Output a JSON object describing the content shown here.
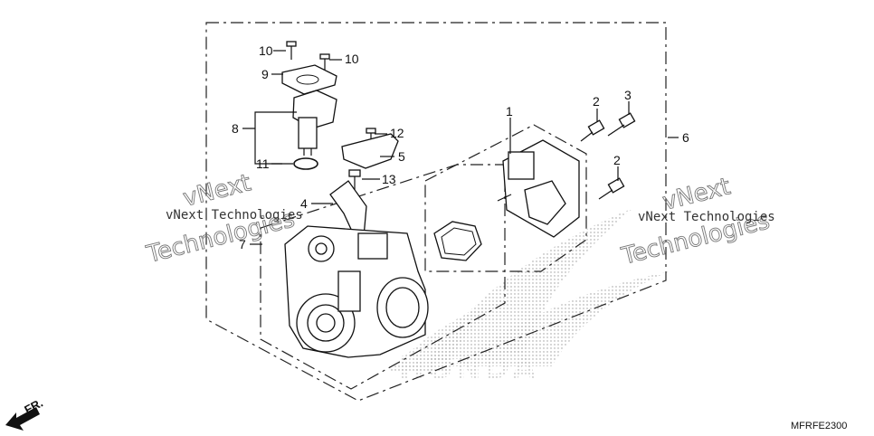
{
  "diagram": {
    "callouts": [
      {
        "id": "c10a",
        "label": "10"
      },
      {
        "id": "c10b",
        "label": "10"
      },
      {
        "id": "c9",
        "label": "9"
      },
      {
        "id": "c8",
        "label": "8"
      },
      {
        "id": "c11",
        "label": "11"
      },
      {
        "id": "c12",
        "label": "12"
      },
      {
        "id": "c5",
        "label": "5"
      },
      {
        "id": "c13",
        "label": "13"
      },
      {
        "id": "c4",
        "label": "4"
      },
      {
        "id": "c7",
        "label": "7"
      },
      {
        "id": "c1",
        "label": "1"
      },
      {
        "id": "c2a",
        "label": "2"
      },
      {
        "id": "c3",
        "label": "3"
      },
      {
        "id": "c6",
        "label": "6"
      },
      {
        "id": "c2b",
        "label": "2"
      }
    ],
    "watermarks": {
      "left_small": "vNext Technologies",
      "left_big_a": "vNext",
      "left_big_b": "Technologies",
      "right_small": "vNext Technologies",
      "right_big_a": "vNext",
      "right_big_b": "Technologies"
    },
    "brand_mark": "HONDA",
    "front_arrow_label": "FR.",
    "diagram_code": "MFRFE2300"
  }
}
